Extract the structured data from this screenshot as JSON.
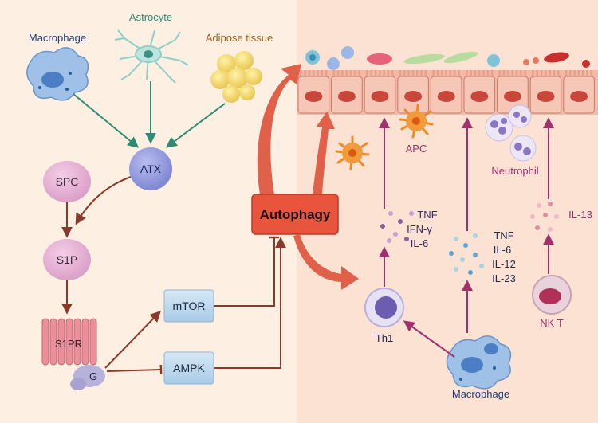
{
  "sources": {
    "macrophage": "Macrophage",
    "astrocyte": "Astrocyte",
    "adipose": "Adipose tissue"
  },
  "pathway": {
    "atx": "ATX",
    "spc": "SPC",
    "s1p": "S1P",
    "s1pr": "S1PR",
    "g": "G",
    "mtor": "mTOR",
    "ampk": "AMPK"
  },
  "center": {
    "autophagy": "Autophagy"
  },
  "immune": {
    "apc": "APC",
    "neutrophil": "Neutrophil",
    "th1": "Th1",
    "macrophage": "Macrophage",
    "nkt": "NK T",
    "th1_cytokines": [
      "TNF",
      "IFN-γ",
      "IL-6"
    ],
    "mac_cytokines": [
      "TNF",
      "IL-6",
      "IL-12",
      "IL-23"
    ],
    "nkt_cytokines": [
      "IL-13"
    ]
  },
  "colors": {
    "left_bg": "#fdf0e3",
    "right_bg": "#fbe2d2",
    "green_arrow": "#2e8b74",
    "brown_arrow": "#8b3a2a",
    "purple_arrow": "#a0306e",
    "autophagy_box": "#e8553c",
    "red_arrow": "#e0604a"
  }
}
